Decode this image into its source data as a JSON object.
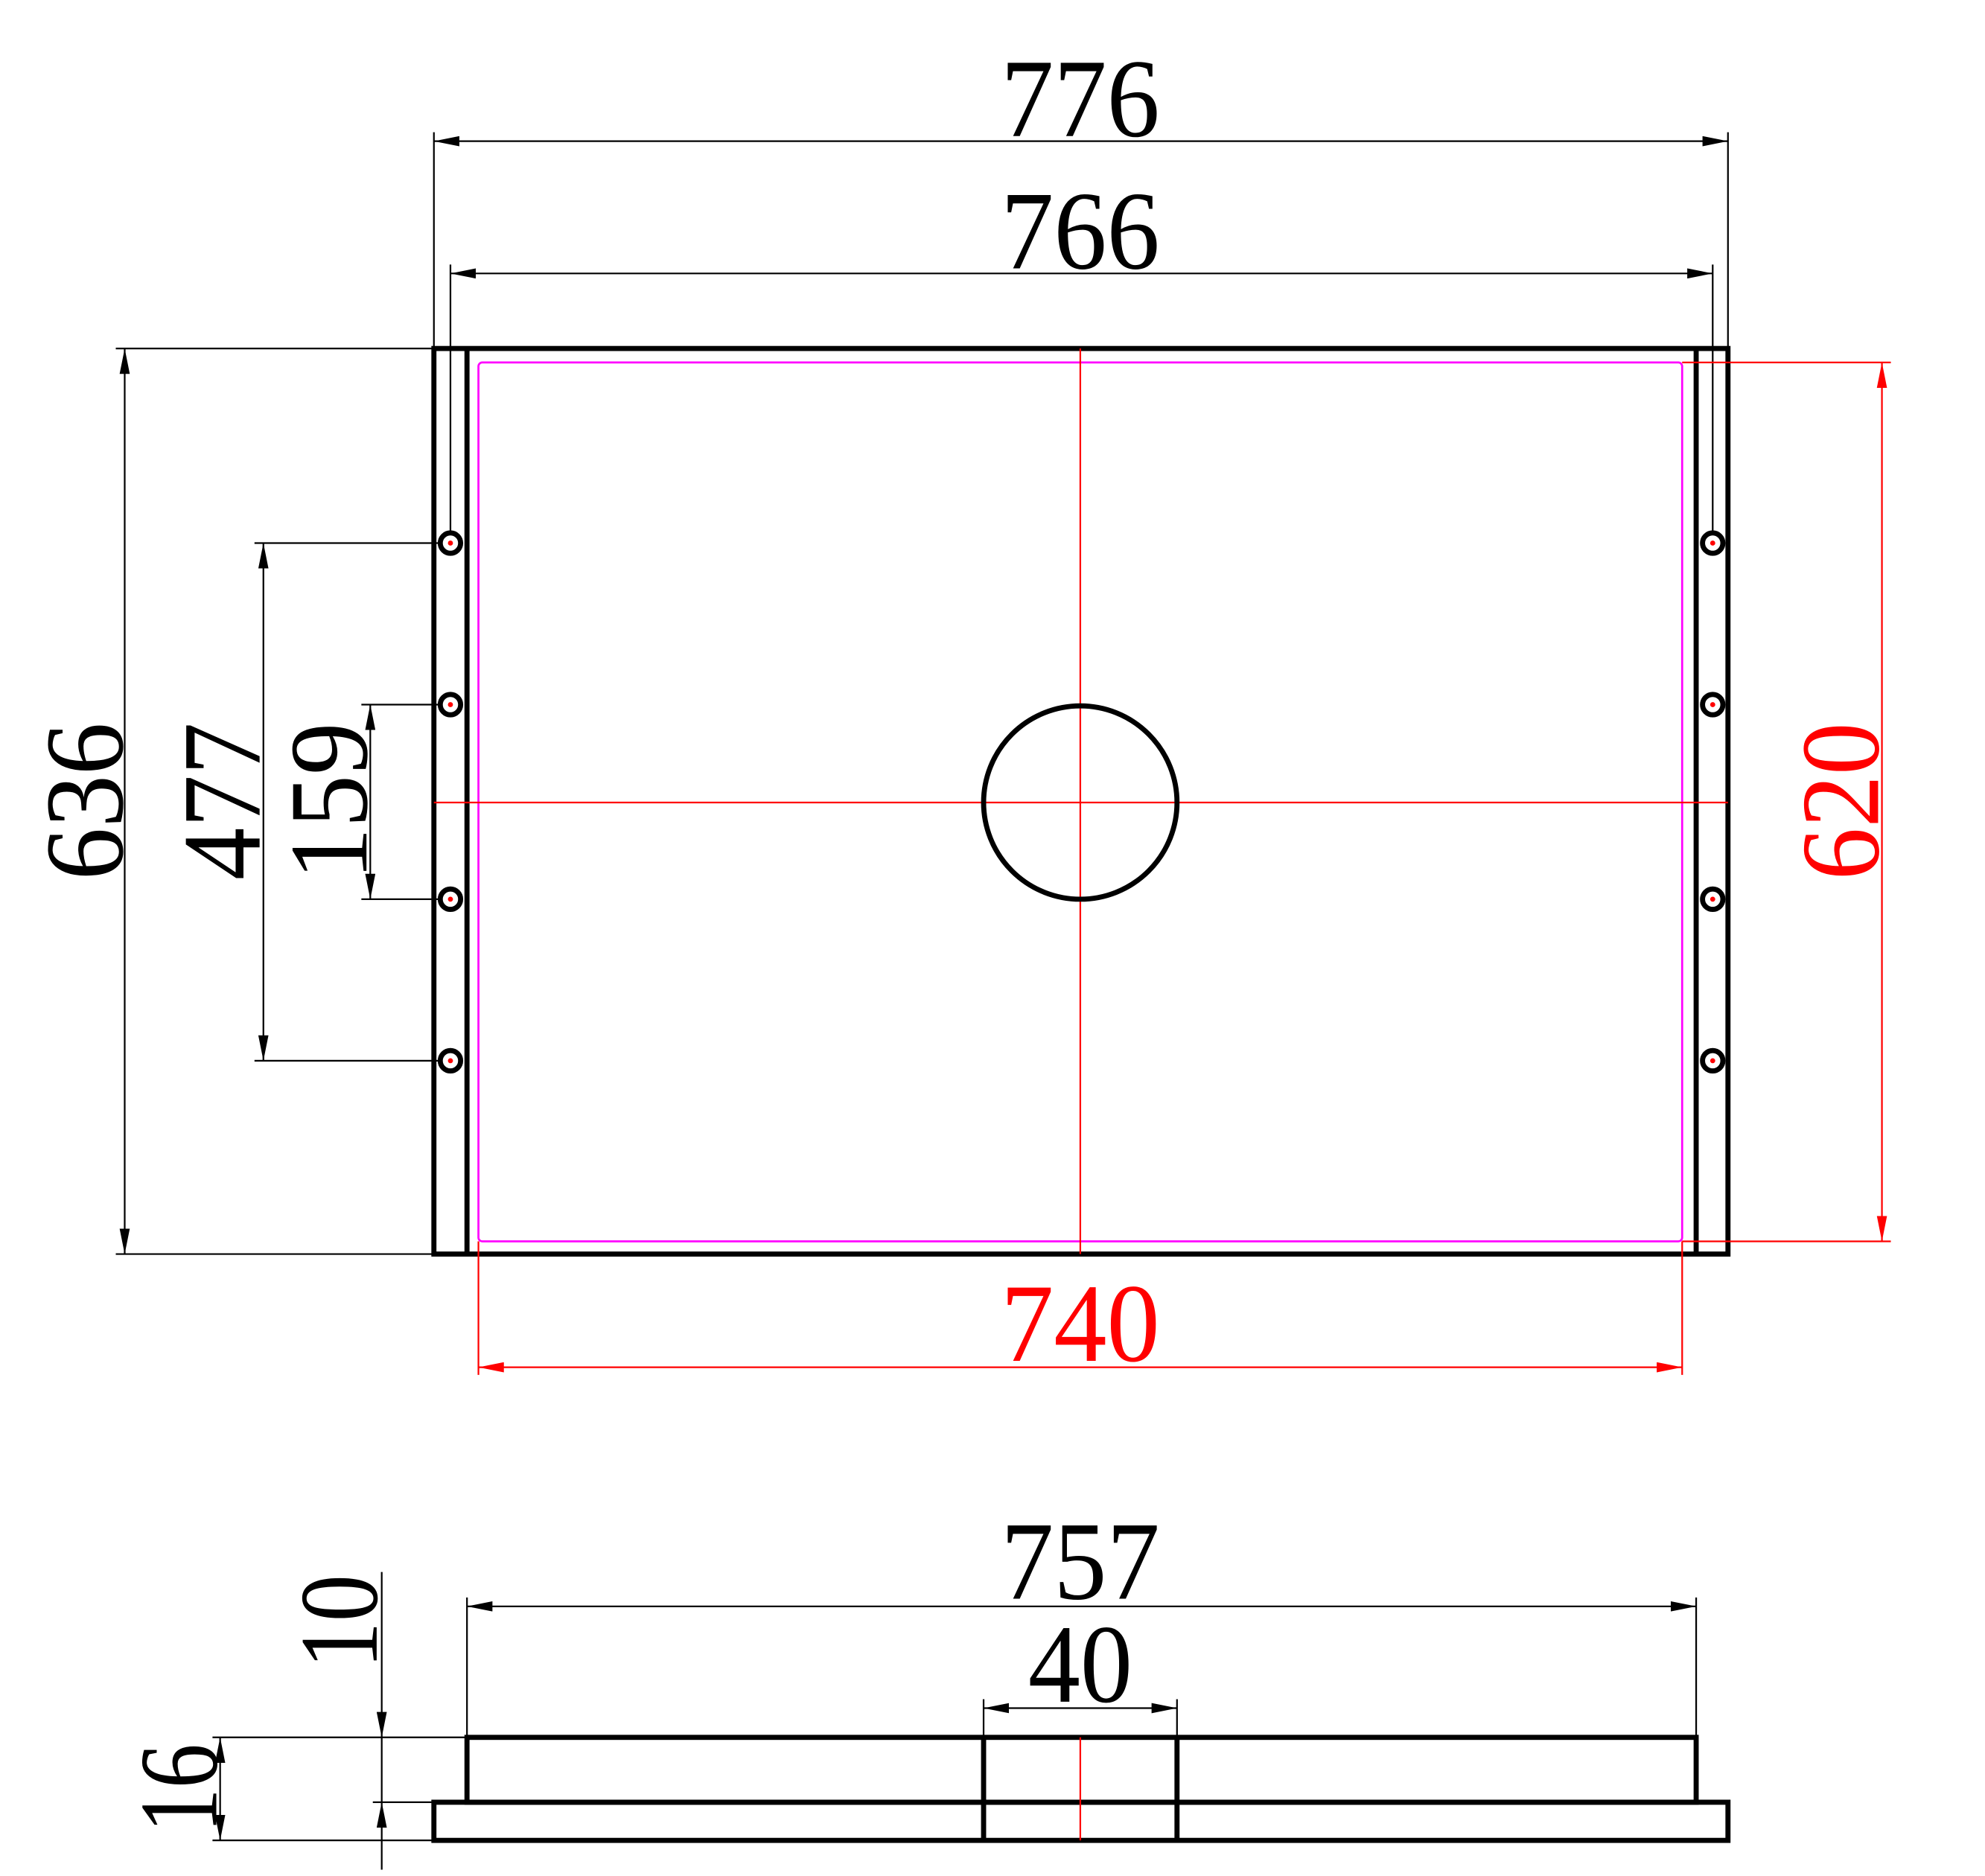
{
  "drawing": {
    "top_view": {
      "dimensions": {
        "overall_width": "776",
        "hole_spacing_width": "766",
        "overall_height": "636",
        "hole_span_outer": "477",
        "hole_span_inner": "159",
        "inner_height": "620",
        "inner_width": "740"
      }
    },
    "side_view": {
      "dimensions": {
        "top_width": "757",
        "center_width": "40",
        "step_height": "10",
        "total_height": "16"
      }
    },
    "colors": {
      "outline": "#000000",
      "centerline": "#ff0000",
      "inner_outline": "#ff00ff",
      "red_dimension": "#ff0000"
    }
  }
}
